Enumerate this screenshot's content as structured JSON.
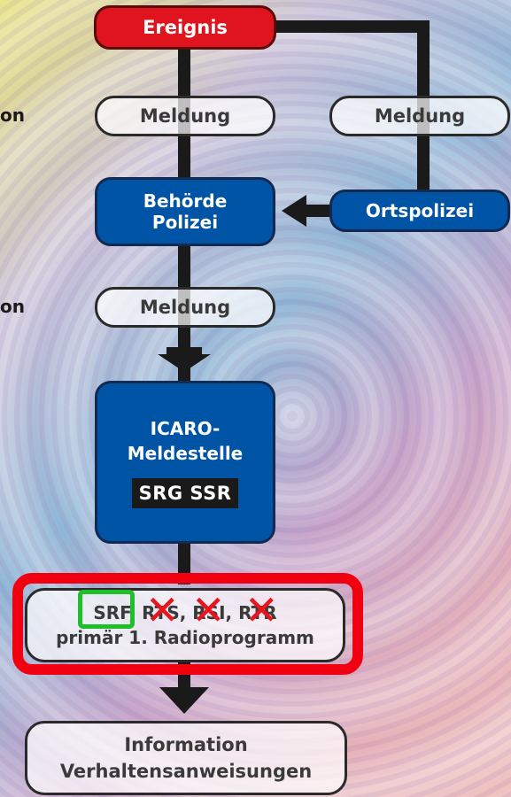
{
  "diagram": {
    "event": "Ereignis",
    "report_left_1": "Meldung",
    "report_right": "Meldung",
    "authority_line1": "Behörde",
    "authority_line2": "Polizei",
    "local_police": "Ortspolizei",
    "report_left_2": "Meldung",
    "icaro_line1": "ICARO-",
    "icaro_line2": "Meldestelle",
    "srg_logo": "SRG SSR",
    "broadcasters": "SRF, RTS, RSI, RTR",
    "broadcasters_sub": "primär 1. Radioprogramm",
    "info_line1": "Information",
    "info_line2": "Verhaltensanweisungen",
    "side_label_1": "on",
    "side_label_2": "on"
  },
  "annotations": {
    "highlight_color": "#f00010",
    "selected_color": "#1fbf2a",
    "cross_symbol": "✕",
    "crossed_out": [
      "RTS",
      "RSI",
      "RTR"
    ],
    "selected": "SRF"
  }
}
